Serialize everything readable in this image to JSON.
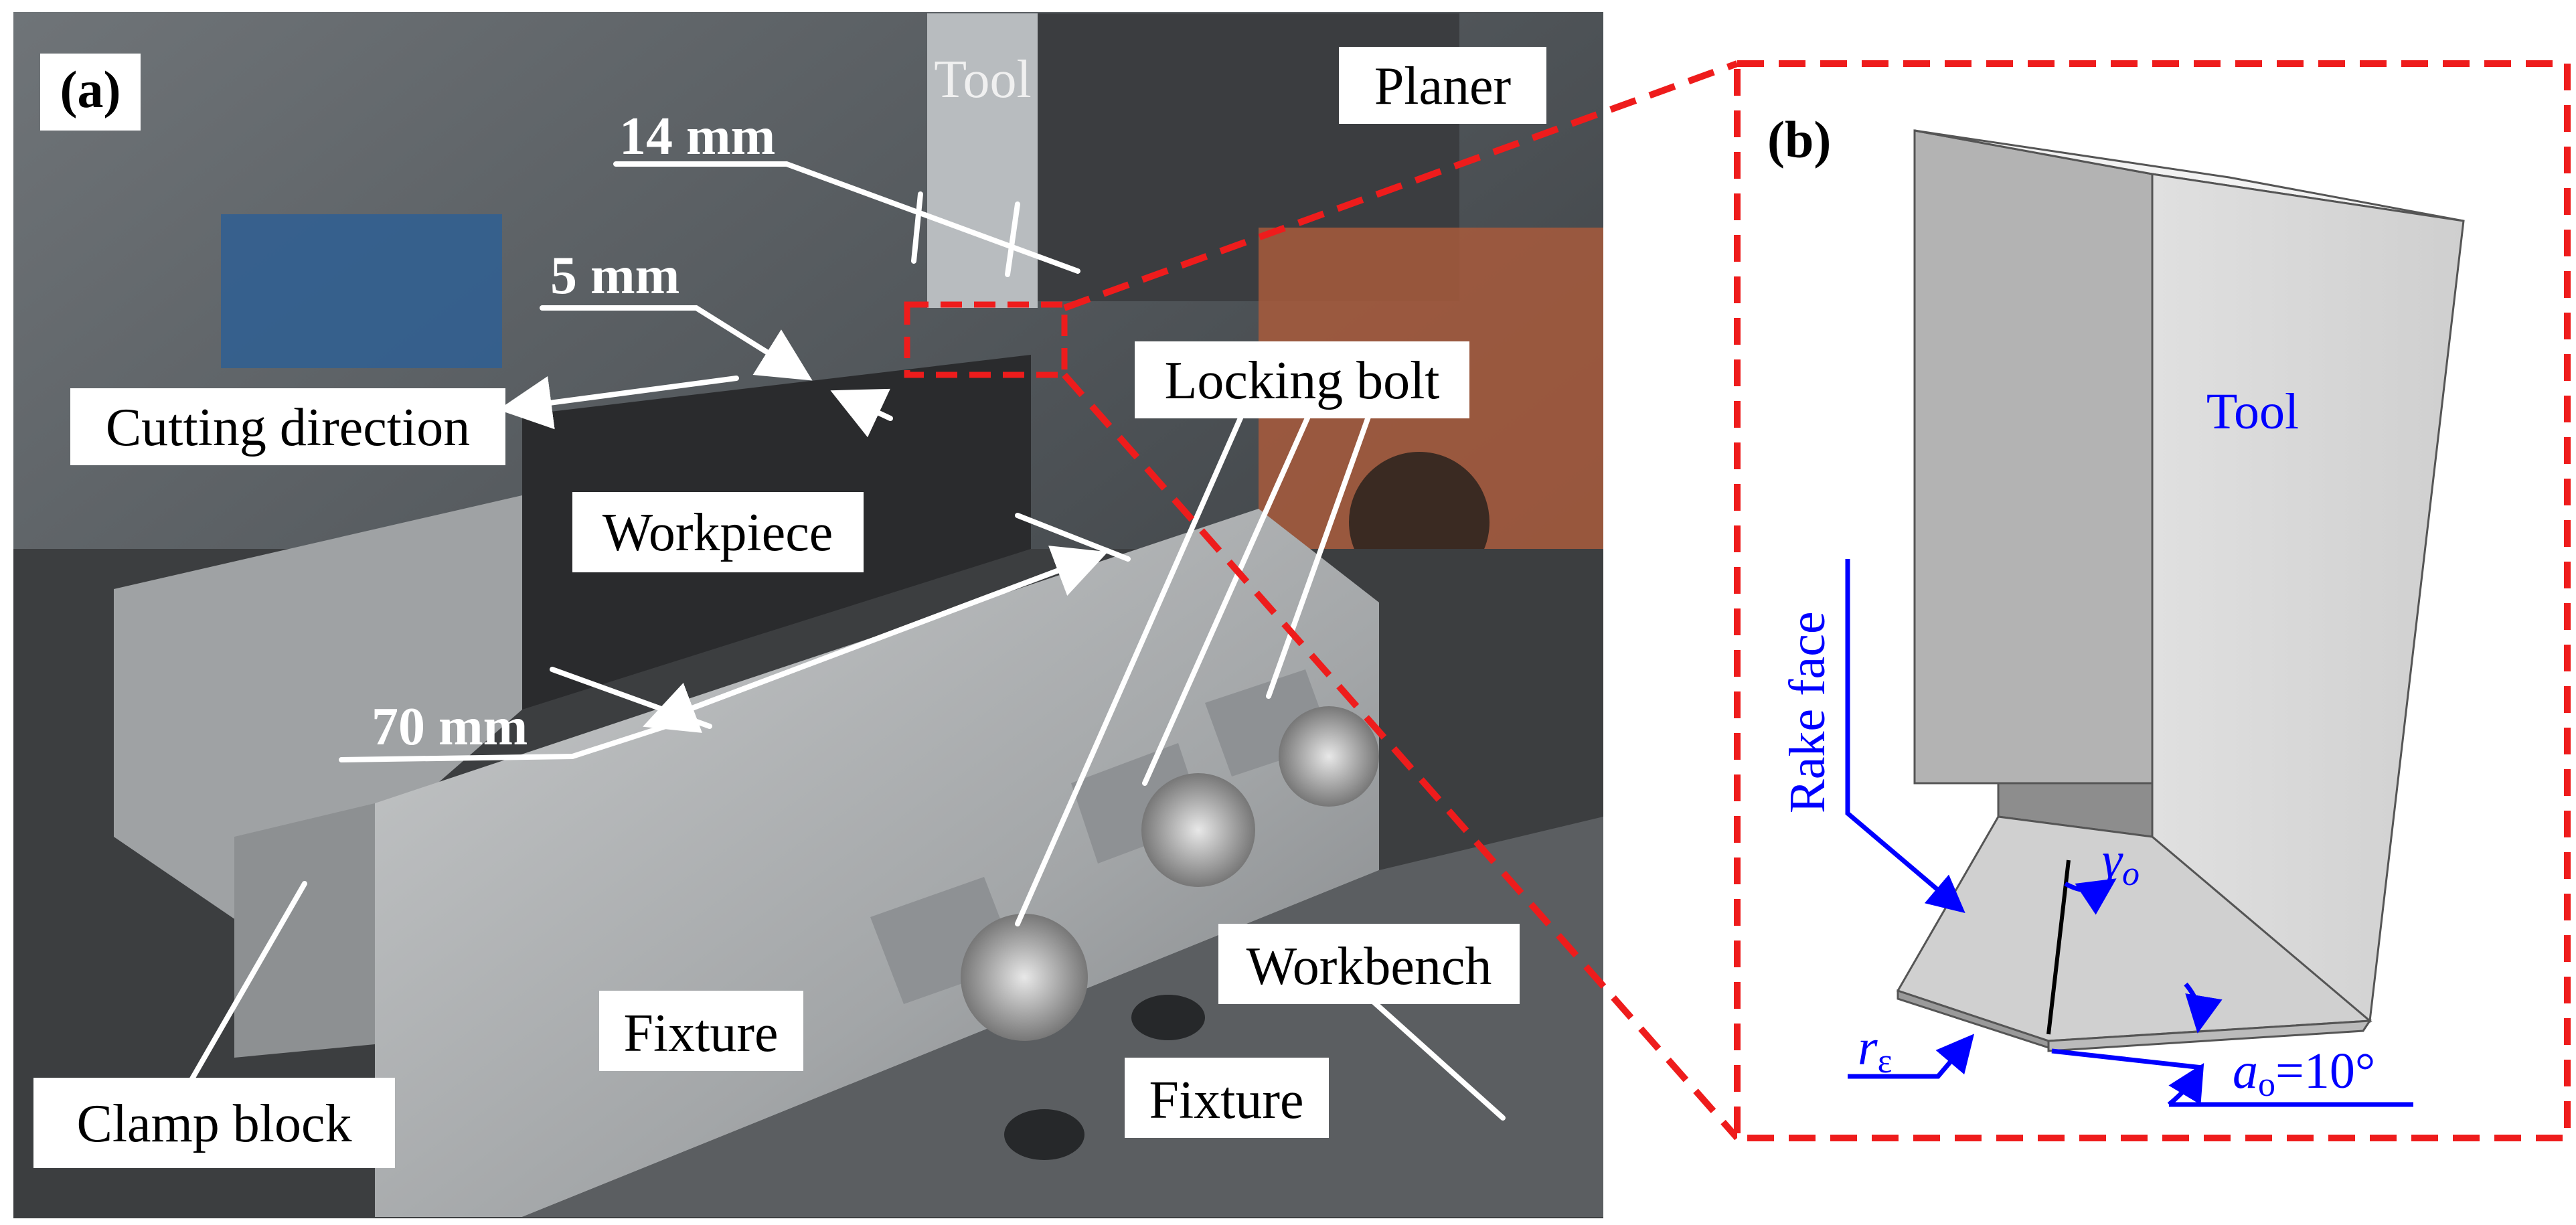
{
  "panel_a": {
    "tag": "(a)",
    "labels": {
      "tool": "Tool",
      "planer": "Planer",
      "dim_14": "14 mm",
      "dim_5": "5 mm",
      "cutting_direction": "Cutting direction",
      "locking_bolt": "Locking bolt",
      "workpiece": "Workpiece",
      "dim_70": "70 mm",
      "workbench": "Workbench",
      "fixture_1": "Fixture",
      "fixture_2": "Fixture",
      "clamp_block": "Clamp block"
    }
  },
  "panel_b": {
    "tag": "(b)",
    "labels": {
      "tool": "Tool",
      "rake_face": "Rake face",
      "gamma": "γ",
      "gamma_sub": "o",
      "r": "r",
      "r_sub": "ε",
      "alpha": "a",
      "alpha_sub": "o",
      "alpha_value": "=10°"
    }
  },
  "colors": {
    "highlight": "#ee1c1c",
    "annotation_blue": "#0000ff"
  }
}
